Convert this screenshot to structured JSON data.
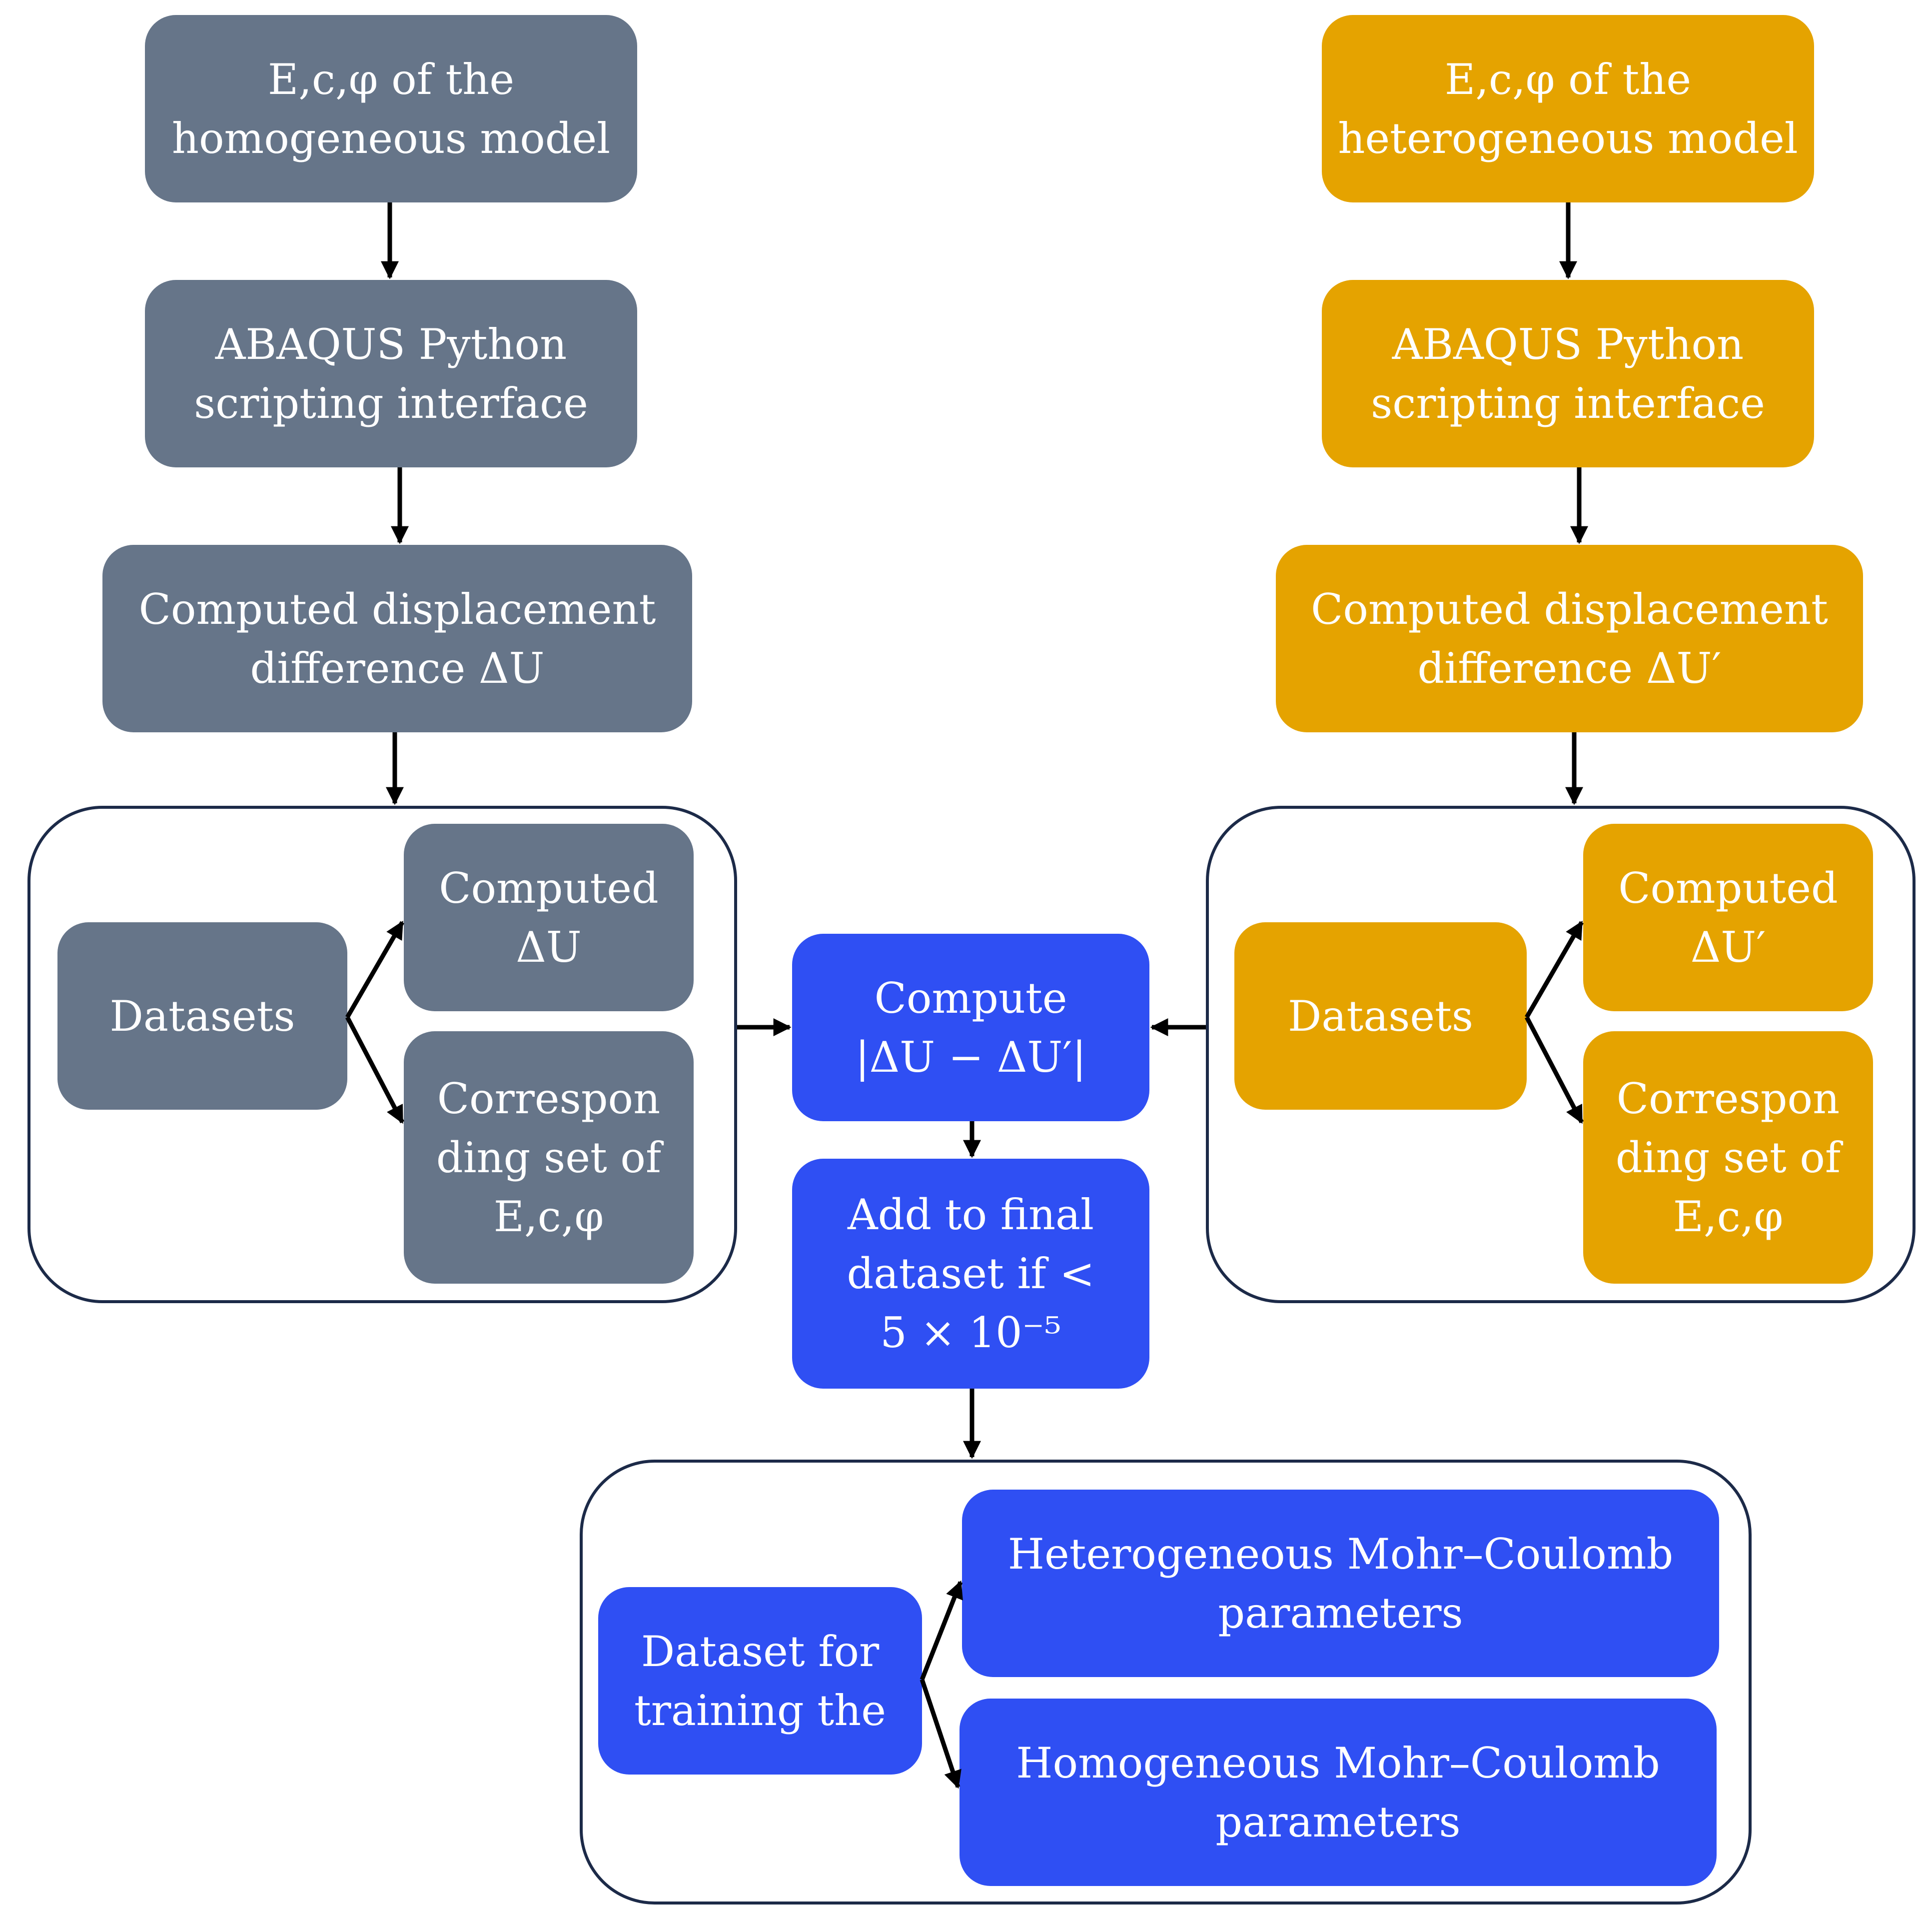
{
  "left": {
    "input": [
      "E,c,φ  of the",
      "homogeneous model"
    ],
    "abaqus": [
      "ABAQUS Python",
      "scripting interface"
    ],
    "displacement": [
      "Computed displacement",
      "difference  ΔU"
    ],
    "datasets": "Datasets",
    "computed": [
      "Computed",
      "ΔU"
    ],
    "corresponding": [
      "Correspon",
      "ding set of",
      "E,c,φ"
    ]
  },
  "right": {
    "input": [
      "E,c,φ  of the",
      "heterogeneous model"
    ],
    "abaqus": [
      "ABAQUS Python",
      "scripting interface"
    ],
    "displacement": [
      "Computed displacement",
      "difference  ΔU′"
    ],
    "datasets": "Datasets",
    "computed": [
      "Computed",
      "ΔU′"
    ],
    "corresponding": [
      "Correspon",
      "ding set of",
      "E,c,φ"
    ]
  },
  "center": {
    "compute": [
      "Compute",
      "|ΔU − ΔU′|"
    ],
    "add": [
      "Add to final",
      "dataset if <",
      "5 × 10⁻⁵"
    ]
  },
  "bottom": {
    "dataset": [
      "Dataset for",
      "training the"
    ],
    "heterogeneous": [
      "Heterogeneous Mohr–Coulomb",
      "parameters"
    ],
    "homogeneous": [
      "Homogeneous  Mohr–Coulomb",
      "parameters"
    ]
  }
}
